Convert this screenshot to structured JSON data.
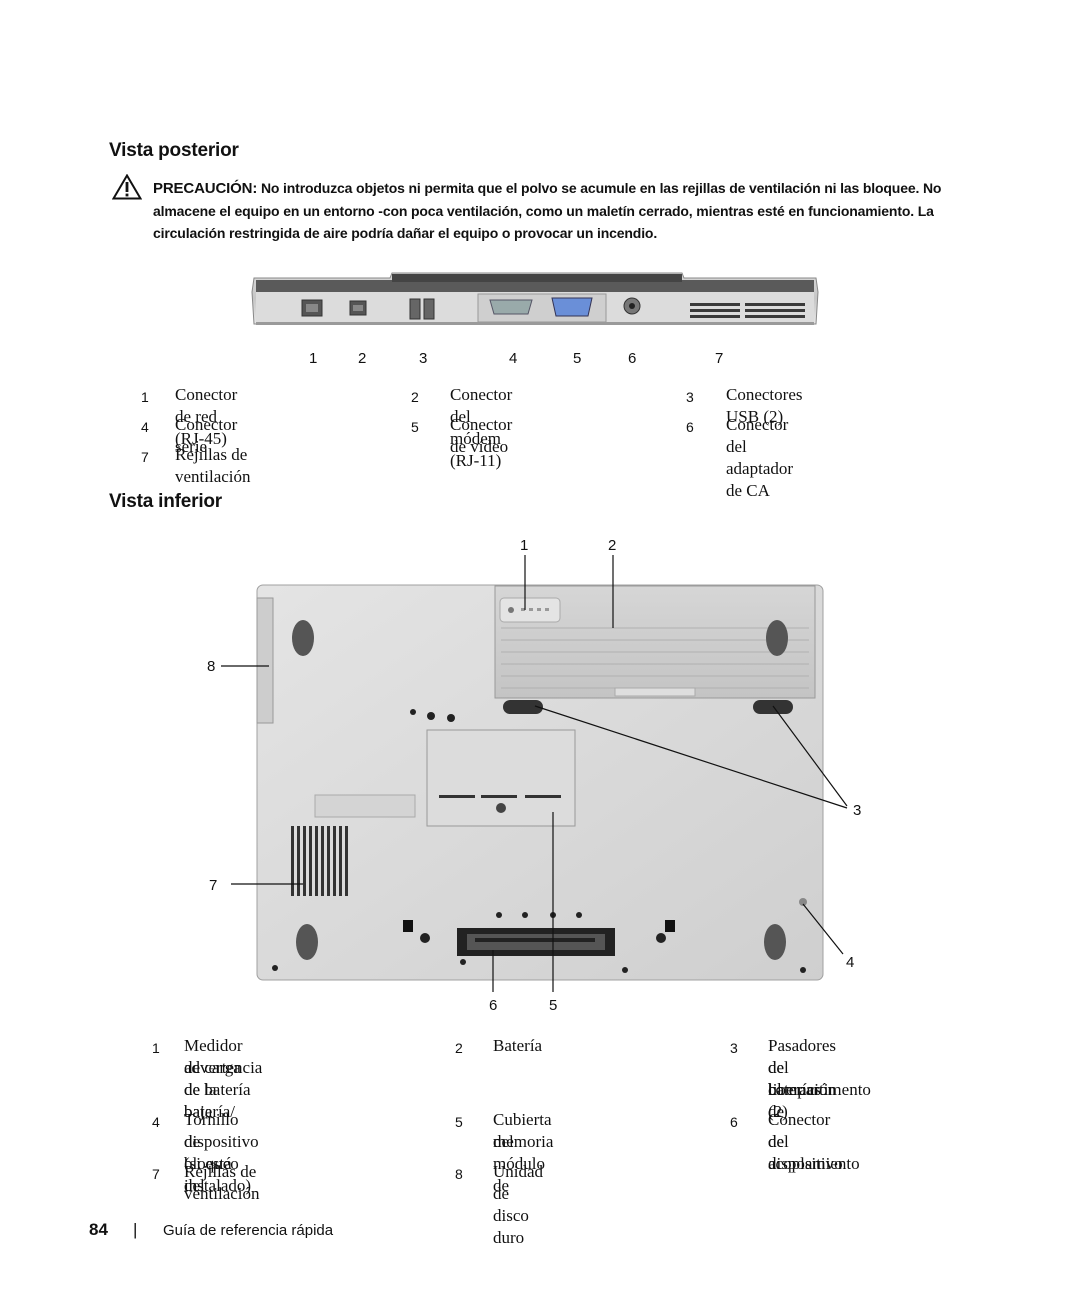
{
  "rear_view": {
    "heading": "Vista posterior",
    "caution": {
      "label": "PRECAUCIÓN:",
      "text": "No introduzca objetos ni permita que el polvo se acumule en las rejillas de ventilación ni las bloquee. No almacene el equipo en un entorno -con poca ventilación, como un maletín cerrado, mientras esté en funcionamiento. La circulación restringida de aire podría dañar el equipo o provocar un incendio."
    },
    "callouts": [
      "1",
      "2",
      "3",
      "4",
      "5",
      "6",
      "7"
    ],
    "legend": [
      {
        "num": "1",
        "label": "Conector de red (RJ-45)"
      },
      {
        "num": "2",
        "label": "Conector del módem (RJ-11)"
      },
      {
        "num": "3",
        "label": "Conectores USB (2)"
      },
      {
        "num": "4",
        "label": "Conector serie"
      },
      {
        "num": "5",
        "label": "Conector de vídeo"
      },
      {
        "num": "6",
        "label": "Conector del adaptador de CA"
      },
      {
        "num": "7",
        "label": "Rejillas de ventilación"
      }
    ]
  },
  "bottom_view": {
    "heading": "Vista inferior",
    "callouts": [
      "1",
      "2",
      "3",
      "4",
      "5",
      "6",
      "7",
      "8"
    ],
    "legend": [
      {
        "num": "1",
        "label_lines": [
          "Medidor de carga de la batería/",
          "advertencia de batería baja"
        ]
      },
      {
        "num": "2",
        "label_lines": [
          "Batería"
        ]
      },
      {
        "num": "3",
        "label_lines": [
          "Pasadores de liberación",
          "del compartimento de",
          "baterías (2)"
        ]
      },
      {
        "num": "4",
        "label_lines": [
          "Tornillo de bloqueo del",
          "dispositivo (si está instalado)"
        ]
      },
      {
        "num": "5",
        "label_lines": [
          "Cubierta del módulo de",
          "memoria"
        ]
      },
      {
        "num": "6",
        "label_lines": [
          "Conector del dispositivo",
          "de acoplamiento"
        ]
      },
      {
        "num": "7",
        "label_lines": [
          "Rejillas de ventilación"
        ]
      },
      {
        "num": "8",
        "label_lines": [
          "Unidad de disco duro"
        ]
      }
    ]
  },
  "footer": {
    "page_number": "84",
    "separator": "|",
    "guide_title": "Guía de referencia rápida"
  },
  "icons": [
    "warning-triangle-icon"
  ]
}
